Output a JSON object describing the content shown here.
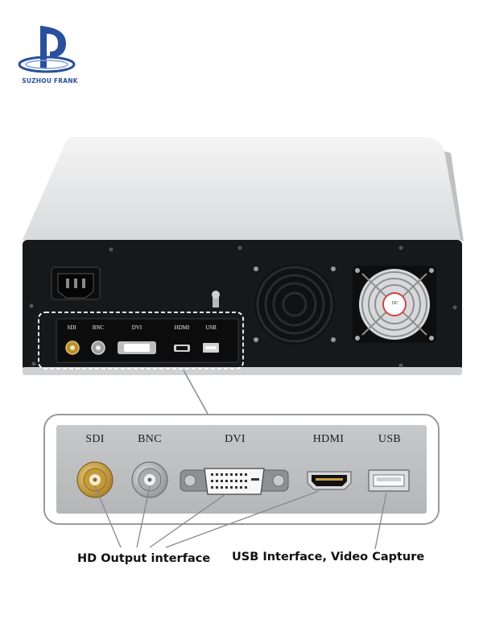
{
  "brand": {
    "name": "SUZHOU FRANK",
    "logo_icon": "ps-swoosh-logo-icon",
    "color": "#2a4f9c"
  },
  "device_panel_ports": [
    "SDI",
    "BNC",
    "DVI",
    "HDMI",
    "USB"
  ],
  "zoom_callout_ports": [
    "SDI",
    "BNC",
    "DVI",
    "HDMI",
    "USB"
  ],
  "captions": {
    "hd_output": "HD Output interface",
    "usb_interface": "USB Interface, Video Capture"
  },
  "fan_label": "DC"
}
